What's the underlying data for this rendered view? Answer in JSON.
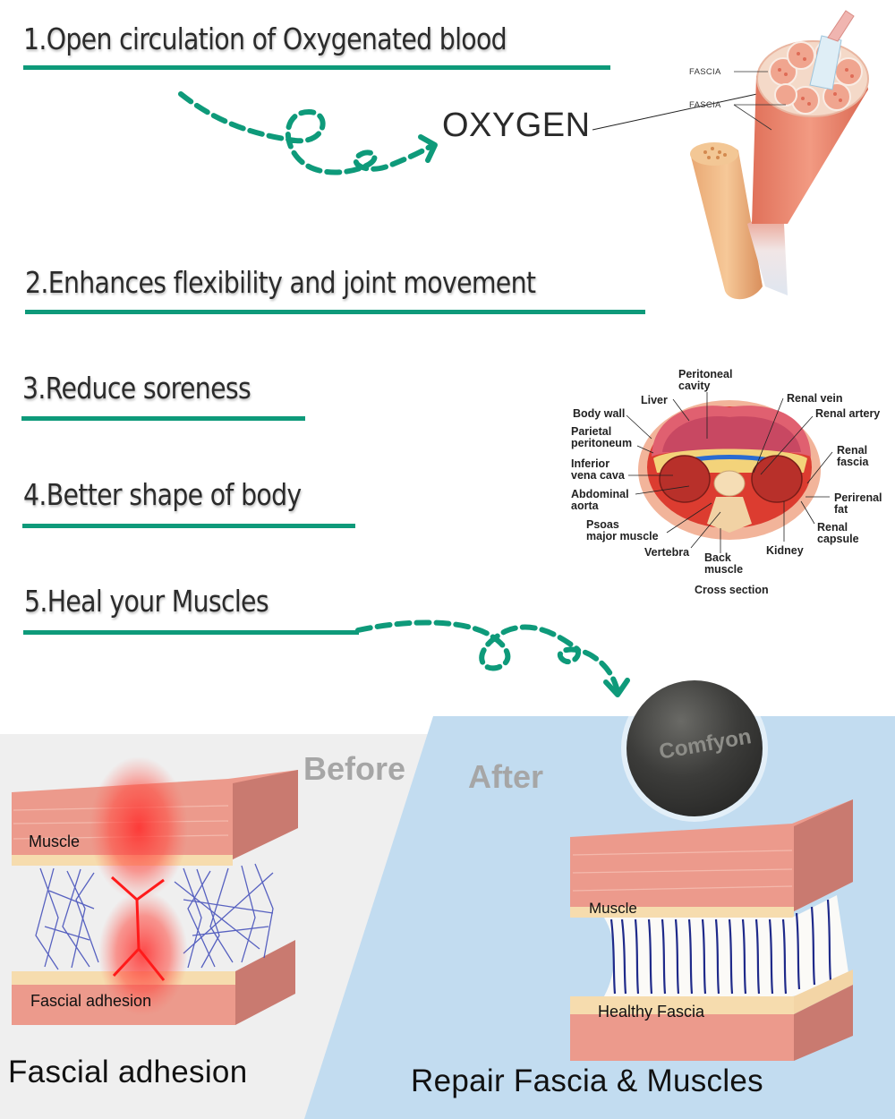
{
  "benefits": [
    {
      "number": "1",
      "text": "1.Open circulation of Oxygenated blood"
    },
    {
      "number": "2",
      "text": "2.Enhances flexibility and joint movement"
    },
    {
      "number": "3",
      "text": "3.Reduce soreness"
    },
    {
      "number": "4",
      "text": "4.Better shape of body"
    },
    {
      "number": "5",
      "text": "5.Heal your Muscles"
    }
  ],
  "oxygen_label": "OXYGEN",
  "muscle_diagram": {
    "labels": [
      "FASCIA",
      "FASCIA"
    ]
  },
  "cross_section": {
    "title": "Cross section",
    "labels": {
      "peritoneal_cavity": "Peritoneal\ncavity",
      "liver": "Liver",
      "body_wall": "Body wall",
      "parietal_peritoneum": "Parietal\nperitoneum",
      "inferior_vena_cava": "Inferior\nvena cava",
      "abdominal_aorta": "Abdominal\naorta",
      "psoas_major_muscle": "Psoas\nmajor muscle",
      "vertebra": "Vertebra",
      "back_muscle": "Back\nmuscle",
      "kidney": "Kidney",
      "renal_capsule": "Renal\ncapsule",
      "perirenal_fat": "Perirenal\nfat",
      "renal_fascia": "Renal\nfascia",
      "renal_artery": "Renal artery",
      "renal_vein": "Renal vein"
    }
  },
  "comparison": {
    "before": {
      "label": "Before",
      "muscle_label": "Muscle",
      "adhesion_label": "Fascial adhesion",
      "caption": "Fascial adhesion"
    },
    "after": {
      "label": "After",
      "muscle_label": "Muscle",
      "fascia_label": "Healthy Fascia",
      "ball_brand": "Comfyon",
      "caption": "Repair Fascia & Muscles"
    }
  },
  "colors": {
    "accent": "#0e9a7a",
    "before_bg": "#efefef",
    "after_bg": "#c2dcf0",
    "muscle": "#ec9a8c",
    "fascia_layer": "#f6dcae",
    "fiber": "#1f2a8a",
    "state_label": "#a6a6a6"
  }
}
